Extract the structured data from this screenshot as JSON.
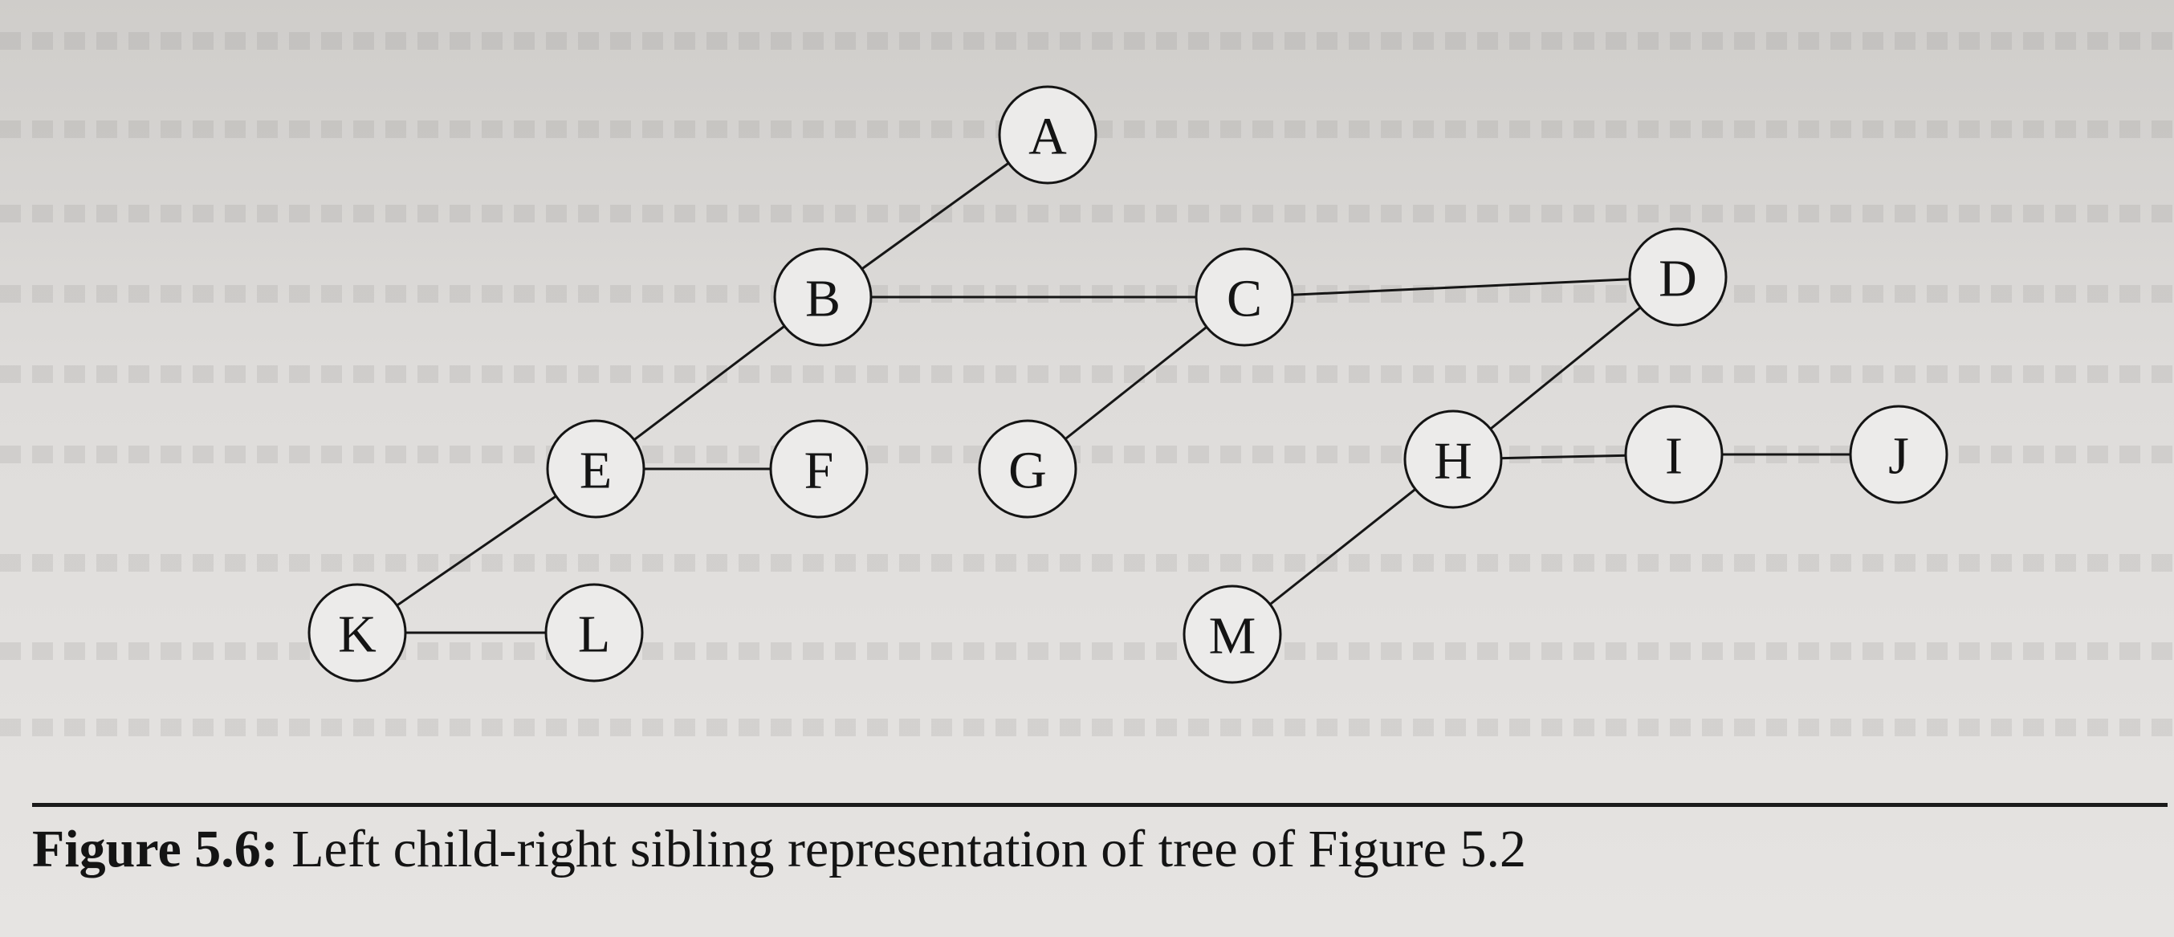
{
  "figure": {
    "caption_label": "Figure 5.6:",
    "caption_text": " Left child-right sibling representation of tree of Figure 5.2"
  },
  "nodes": [
    {
      "id": "A",
      "label": "A"
    },
    {
      "id": "B",
      "label": "B"
    },
    {
      "id": "C",
      "label": "C"
    },
    {
      "id": "D",
      "label": "D"
    },
    {
      "id": "E",
      "label": "E"
    },
    {
      "id": "F",
      "label": "F"
    },
    {
      "id": "G",
      "label": "G"
    },
    {
      "id": "H",
      "label": "H"
    },
    {
      "id": "I",
      "label": "I"
    },
    {
      "id": "J",
      "label": "J"
    },
    {
      "id": "K",
      "label": "K"
    },
    {
      "id": "L",
      "label": "L"
    },
    {
      "id": "M",
      "label": "M"
    }
  ],
  "edges": [
    {
      "from": "A",
      "to": "B",
      "kind": "left-child"
    },
    {
      "from": "B",
      "to": "C",
      "kind": "right-sibling"
    },
    {
      "from": "C",
      "to": "D",
      "kind": "right-sibling"
    },
    {
      "from": "B",
      "to": "E",
      "kind": "left-child"
    },
    {
      "from": "E",
      "to": "F",
      "kind": "right-sibling"
    },
    {
      "from": "C",
      "to": "G",
      "kind": "left-child"
    },
    {
      "from": "D",
      "to": "H",
      "kind": "left-child"
    },
    {
      "from": "H",
      "to": "I",
      "kind": "right-sibling"
    },
    {
      "from": "I",
      "to": "J",
      "kind": "right-sibling"
    },
    {
      "from": "E",
      "to": "K",
      "kind": "left-child"
    },
    {
      "from": "K",
      "to": "L",
      "kind": "right-sibling"
    },
    {
      "from": "H",
      "to": "M",
      "kind": "left-child"
    }
  ]
}
